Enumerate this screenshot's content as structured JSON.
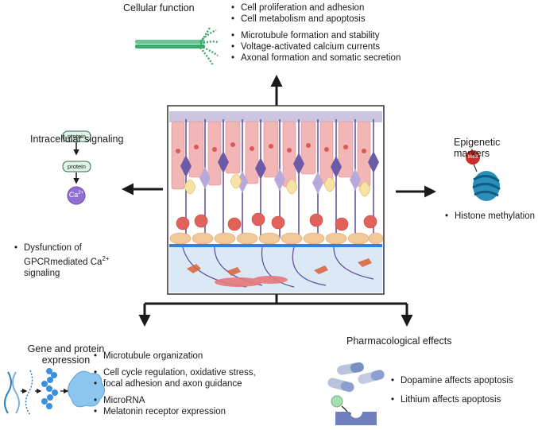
{
  "cellular_function": {
    "title": "Cellular function",
    "items": [
      "Cell proliferation and adhesion",
      "Cell metabolism and apoptosis",
      "Microtubule formation and stability",
      "Voltage-activated calcium currents",
      "Axonal formation and somatic secretion"
    ]
  },
  "intracellular_signaling": {
    "title": "Intracellular signaling",
    "protein_label_1": "protein",
    "protein_label_2": "protein",
    "ion_label": "Ca",
    "ion_charge": "2+",
    "item_line1": "Dysfunction of",
    "item_line2_prefix": "GPCRmediated Ca",
    "item_line2_sup": "2+",
    "item_line3": "signaling"
  },
  "epigenetic_markers": {
    "title": "Epigenetic markers",
    "mark_label": "Me3",
    "items": [
      "Histone methylation"
    ]
  },
  "gene_protein_expression": {
    "title_line1": "Gene and protein",
    "title_line2": "expression",
    "items": [
      "Microtubule organization",
      "Cell cycle regulation, oxidative stress,",
      "focal adhesion and axon guidance",
      "MicroRNA",
      "Melatonin receptor expression"
    ]
  },
  "pharmacological_effects": {
    "title": "Pharmacological effects",
    "items": [
      "Dopamine affects apoptosis",
      "Lithium affects apoptosis"
    ]
  },
  "colors": {
    "arrow": "#1a1a1a",
    "cone_pink": "#f2b6b6",
    "rod_purple": "#5a4a9a",
    "bipolar_yellow": "#f7e3a6",
    "ganglion_red": "#e0625a",
    "rpe_tan": "#f3c99a",
    "choroid_blue": "#dbe8f6",
    "membrane_blue": "#3a7fd5",
    "microtubule_green": "#3aa96a",
    "histone_blue": "#2a8fb8",
    "me3_red": "#c9302c",
    "ca_purple": "#8f6fcf",
    "dna_blue": "#2a7fc0"
  }
}
